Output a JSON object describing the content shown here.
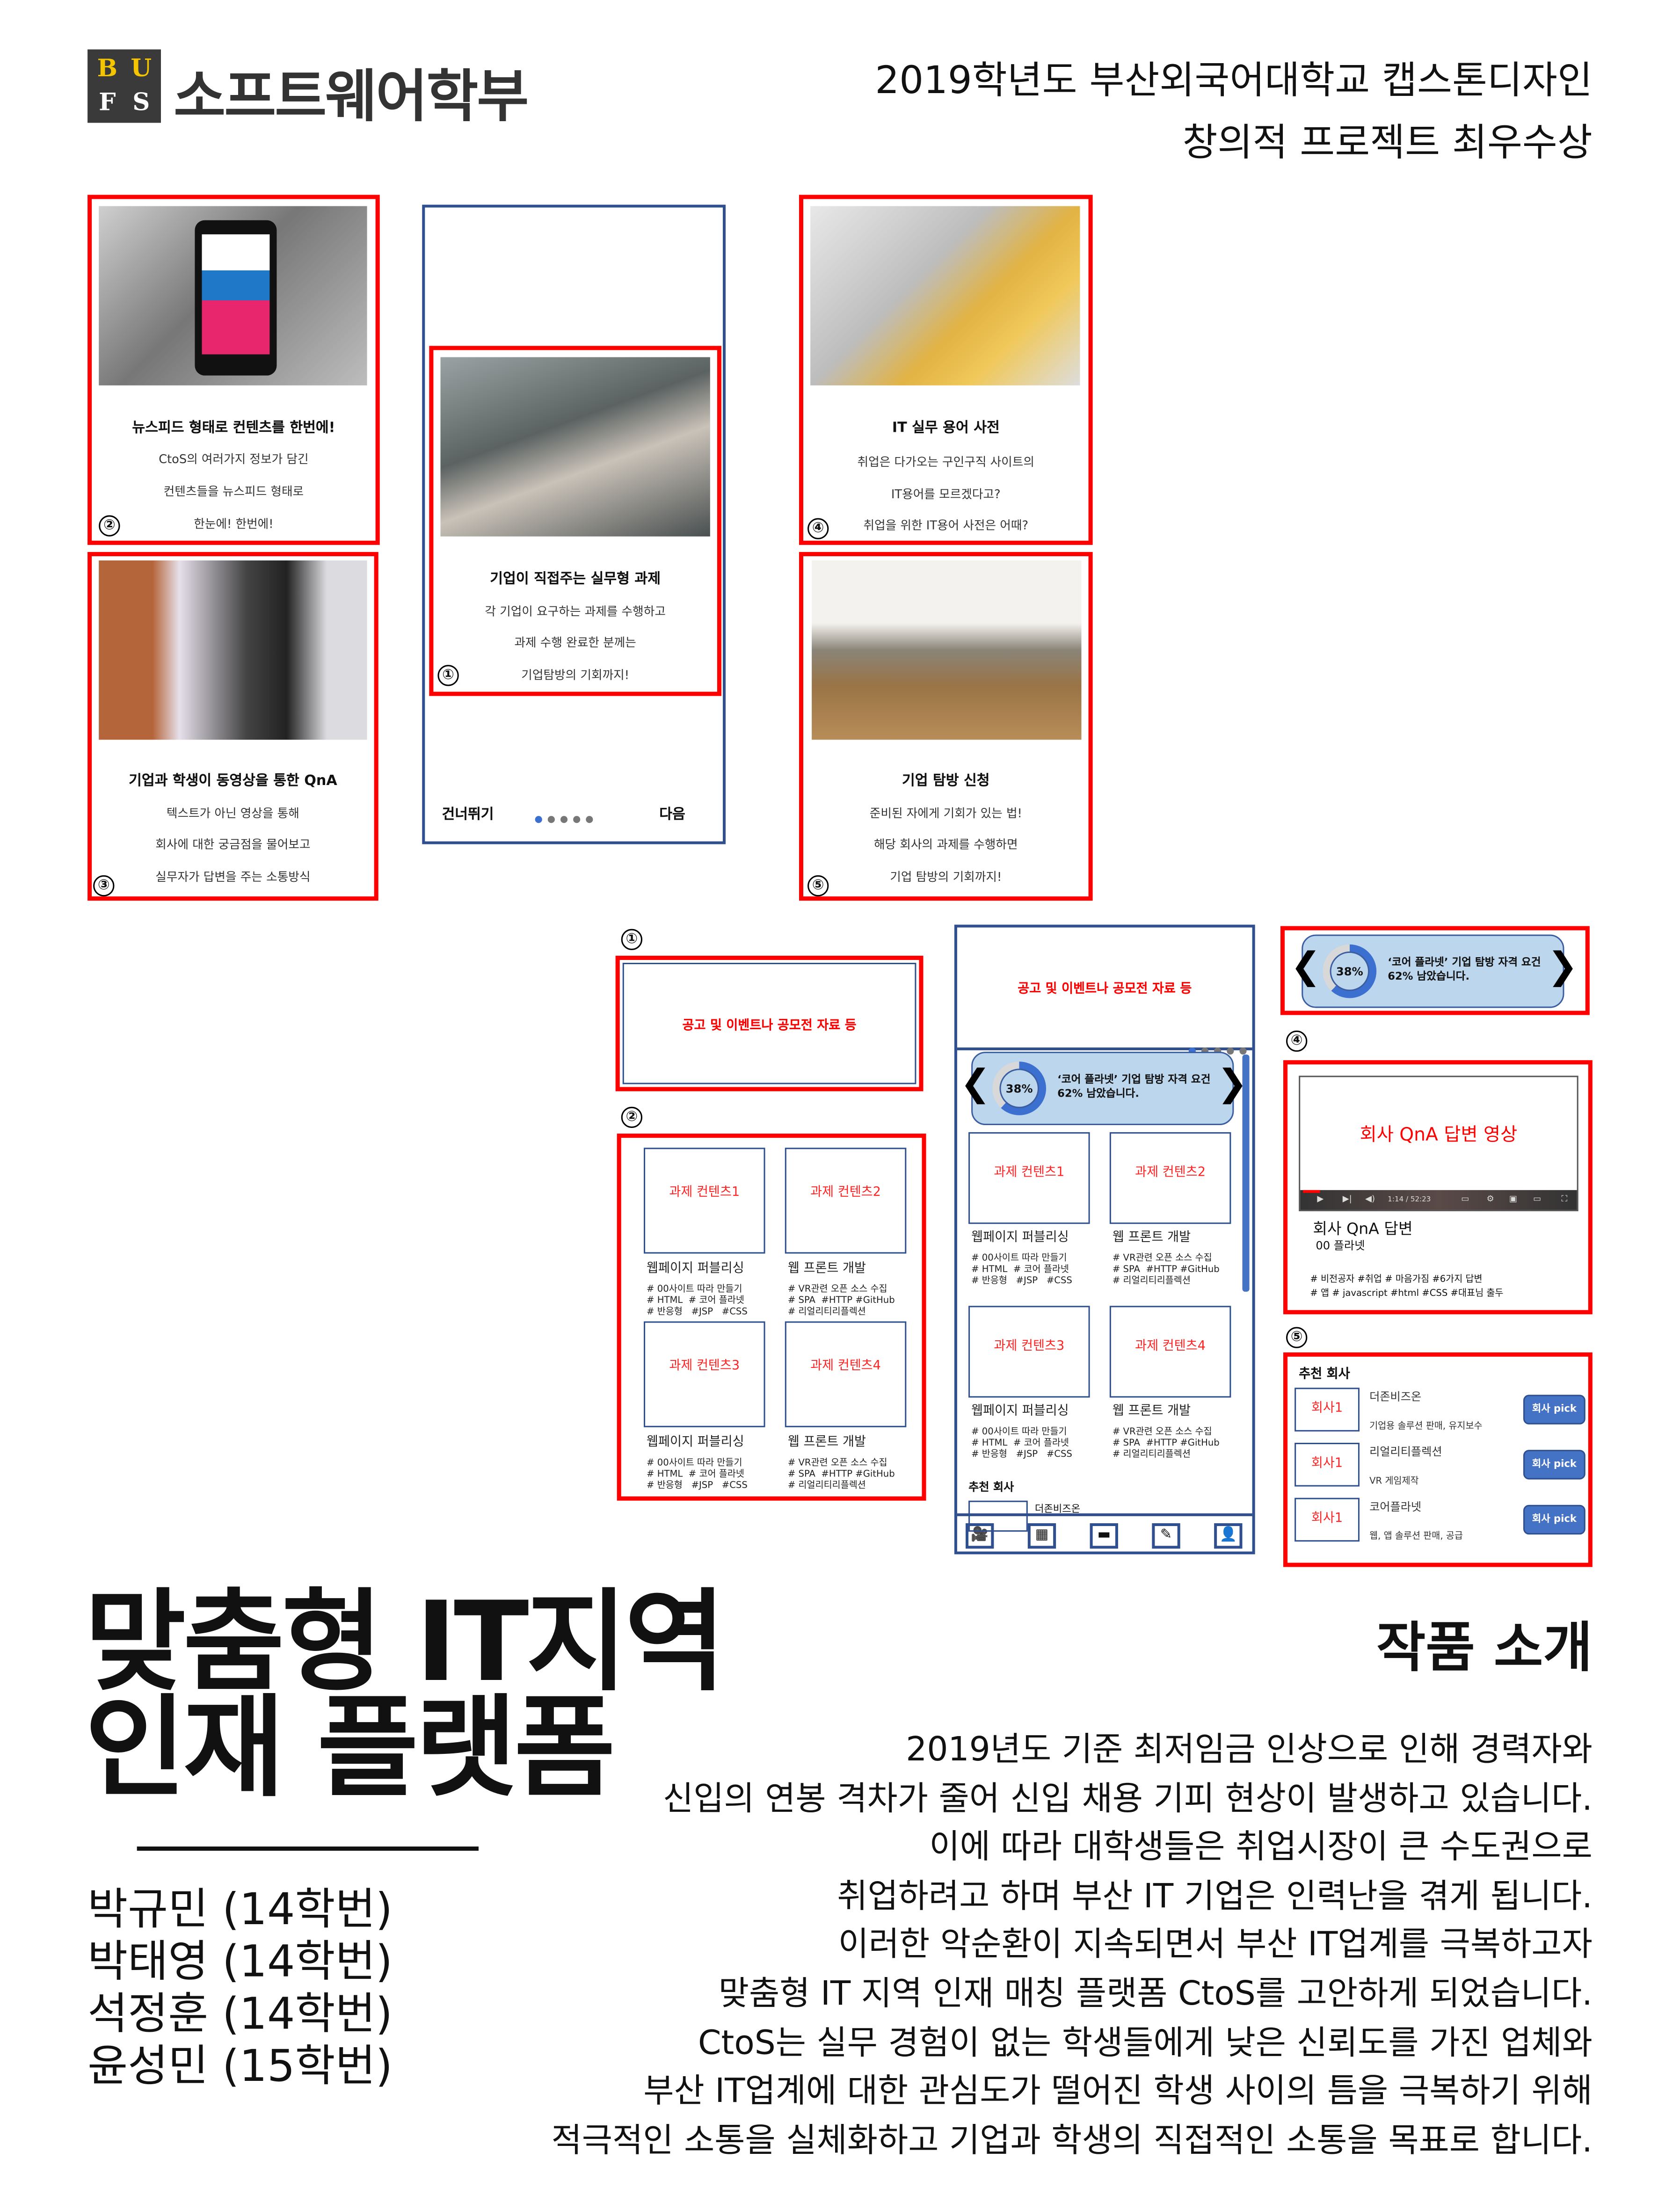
{
  "header": {
    "logo_letters": [
      "B",
      "U",
      "F",
      "S"
    ],
    "department": "소프트웨어학부",
    "award_line1": "2019학년도 부산외국어대학교 캡스톤디자인",
    "award_line2": "창의적 프로젝트 최우수상"
  },
  "onboarding": {
    "cards": [
      {
        "num": "②",
        "title": "뉴스피드 형태로 컨텐츠를 한번에!",
        "lines": [
          "CtoS의 여러가지 정보가 담긴",
          "컨텐츠들을 뉴스피드 형태로",
          "한눈에! 한번에!"
        ]
      },
      {
        "num": "③",
        "title": "기업과 학생이 동영상을 통한 QnA",
        "lines": [
          "텍스트가 아닌 영상을 통해",
          "회사에 대한 궁금점을 물어보고",
          "실무자가 답변을 주는 소통방식"
        ]
      },
      {
        "num": "①",
        "title": "기업이 직접주는 실무형 과제",
        "lines": [
          "각 기업이 요구하는 과제를 수행하고",
          "과제 수행 완료한 분께는",
          "기업탐방의 기회까지!"
        ]
      },
      {
        "num": "④",
        "title": "IT 실무 용어 사전",
        "lines": [
          "취업은 다가오는 구인구직 사이트의",
          "IT용어를 모르겠다고?",
          "취업을 위한 IT용어 사전은 어때?"
        ]
      },
      {
        "num": "⑤",
        "title": "기업 탐방 신청",
        "lines": [
          "준비된 자에게 기회가 있는 법!",
          "해당 회사의 과제를 수행하면",
          "기업 탐방의 기회까지!"
        ]
      }
    ],
    "skip": "건너뛰기",
    "next": "다음",
    "page_index": 1,
    "page_count": 5
  },
  "wireframe": {
    "labels": [
      "①",
      "②",
      "④",
      "⑤"
    ],
    "banner": "공고 및 이벤트나 공모전 자료 등",
    "progress": {
      "percent": "38%",
      "value": 38,
      "line1": "‘코어 플라넷’ 기업 탐방 자격 요건",
      "line2": "62% 남았습니다."
    },
    "tasks": [
      {
        "box": "과제 컨텐츠1",
        "name": "웹페이지 퍼블리싱",
        "tags": "# 00사이트 따라 만들기\n# HTML  # 코어 플라넷\n# 반응형   #JSP   #CSS"
      },
      {
        "box": "과제 컨텐츠2",
        "name": "웹 프론트 개발",
        "tags": "# VR관련 오픈 소스 수집\n# SPA  #HTTP #GitHub\n# 리얼리티리플렉션"
      },
      {
        "box": "과제 컨텐츠3",
        "name": "웹페이지 퍼블리싱",
        "tags": "# 00사이트 따라 만들기\n# HTML  # 코어 플라넷\n# 반응형   #JSP   #CSS"
      },
      {
        "box": "과제 컨텐츠4",
        "name": "웹 프론트 개발",
        "tags": "# VR관련 오픈 소스 수집\n# SPA  #HTTP #GitHub\n# 리얼리티리플렉션"
      }
    ],
    "recommend_title": "추천 회사",
    "partial_company": "더존비즈온",
    "video": {
      "title_overlay": "회사 QnA 답변 영상",
      "time": "1:14 / 52:23",
      "title": "회사 QnA 답변",
      "channel": "00 플라넷",
      "tags1": "# 비전공자 #취업 # 마음가짐 #6가지 답변",
      "tags2": "# 앱 # javascript #html #CSS #대표님 출두"
    },
    "companies": [
      {
        "logo": "회사1",
        "name": "더존비즈온",
        "desc": "기업용 솔루션 판매, 유지보수",
        "button": "회사 pick"
      },
      {
        "logo": "회사1",
        "name": "리얼리티플렉션",
        "desc": "VR 게임제작",
        "button": "회사 pick"
      },
      {
        "logo": "회사1",
        "name": "코어플라넷",
        "desc": "웹, 앱 솔루션 판매, 공급",
        "button": "회사 pick"
      }
    ],
    "nav_icons": [
      "video-camera-icon",
      "building-icon",
      "book-icon",
      "edit-icon",
      "user-icon"
    ]
  },
  "project": {
    "title_line1": "맞춤형 IT지역",
    "title_line2": "인재 플랫폼",
    "members": [
      "박규민 (14학번)",
      "박태영 (14학번)",
      "석정훈 (14학번)",
      "윤성민 (15학번)"
    ],
    "intro_heading": "작품 소개",
    "intro_lines": [
      "2019년도 기준 최저임금 인상으로 인해 경력자와",
      "신입의 연봉 격차가 줄어 신입 채용 기피 현상이 발생하고 있습니다.",
      "이에 따라 대학생들은 취업시장이 큰 수도권으로",
      "취업하려고 하며 부산 IT 기업은 인력난을 겪게 됩니다.",
      "이러한 악순환이 지속되면서 부산 IT업계를 극복하고자",
      "맞춤형 IT 지역 인재 매칭 플랫폼 CtoS를 고안하게 되었습니다.",
      "CtoS는 실무 경험이 없는 학생들에게 낮은 신뢰도를 가진 업체와",
      "부산 IT업계에 대한 관심도가 떨어진 학생 사이의 틈을 극복하기 위해",
      "적극적인 소통을 실체화하고 기업과 학생의 직접적인 소통을 목표로 합니다."
    ]
  },
  "colors": {
    "accent_red": "#ff0000",
    "frame_blue": "#2f4f8f",
    "widget_blue": "#bcd6ee",
    "logo_bg": "#3a3a3a",
    "logo_letter": "#f5c400"
  }
}
